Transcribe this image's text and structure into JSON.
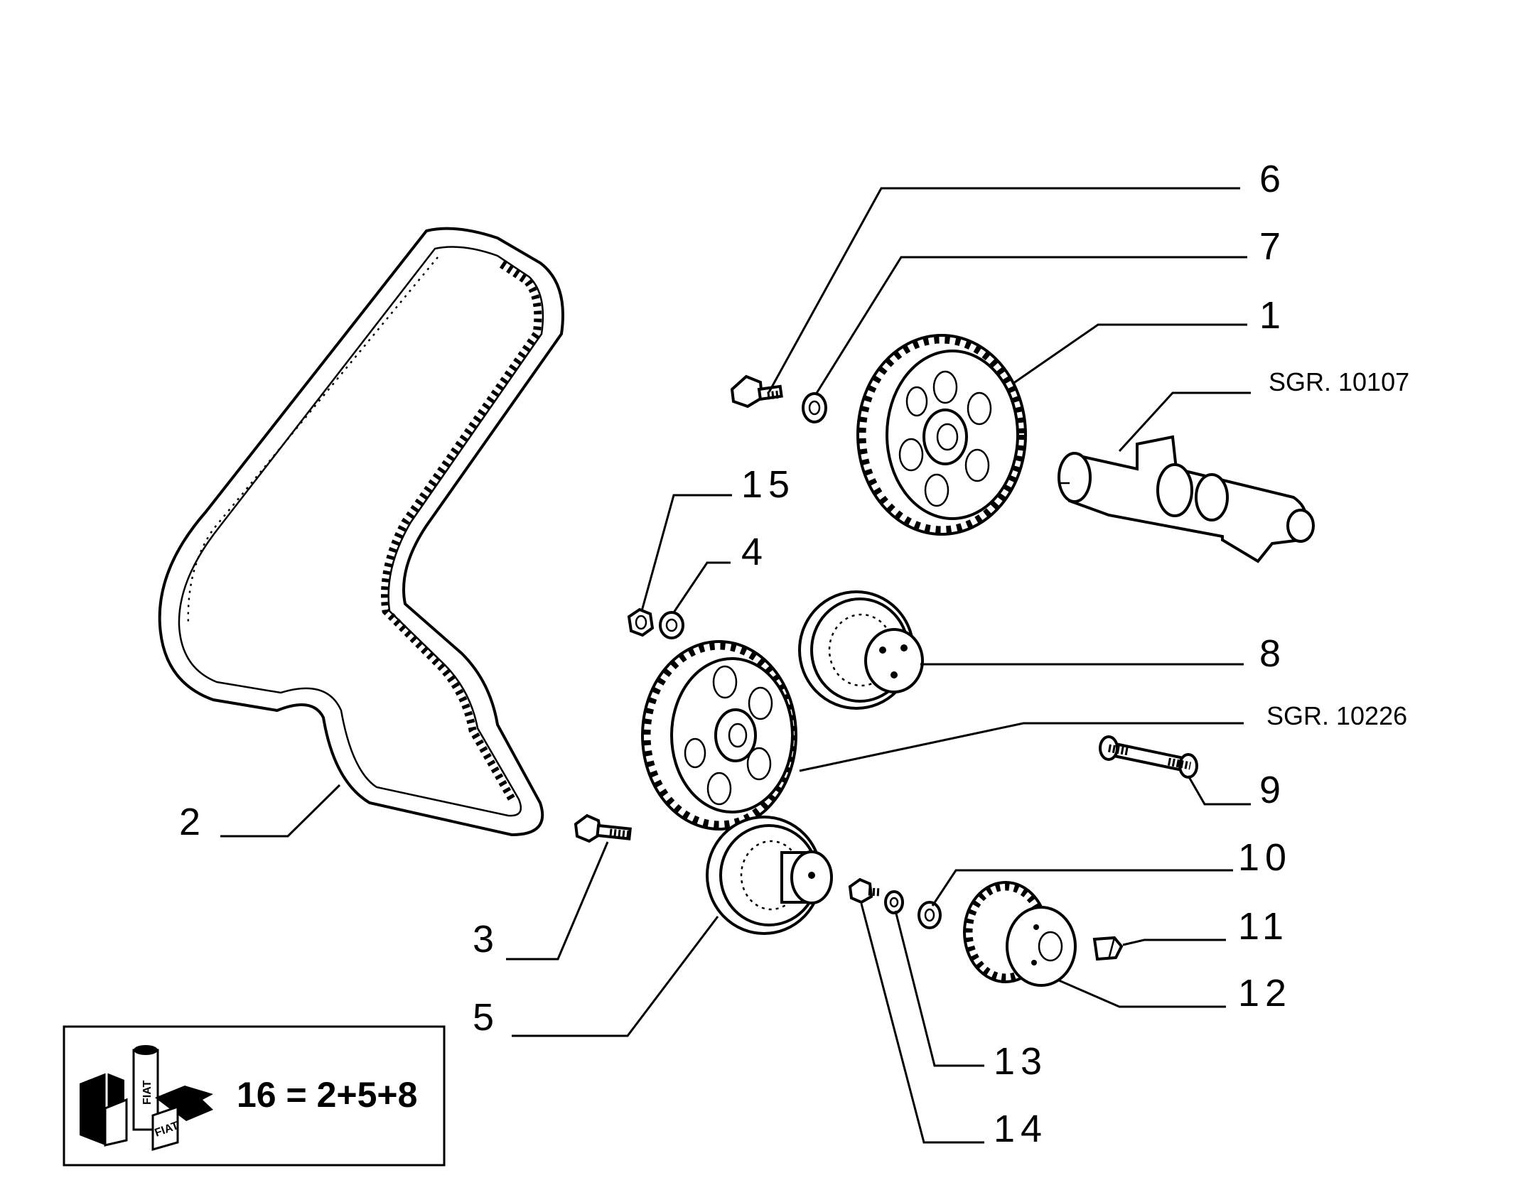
{
  "callouts": {
    "c1": "1",
    "c2": "2",
    "c3": "3",
    "c4": "4",
    "c5": "5",
    "c6": "6",
    "c7": "7",
    "c8": "8",
    "c9": "9",
    "c10": "10",
    "c11": "11",
    "c12": "12",
    "c13": "13",
    "c14": "14",
    "c15": "15"
  },
  "references": {
    "camshaft": "SGR. 10107",
    "crank_pulley": "SGR. 10226"
  },
  "kit": {
    "formula": "16 = 2+5+8",
    "logo_text": "FIAT"
  }
}
